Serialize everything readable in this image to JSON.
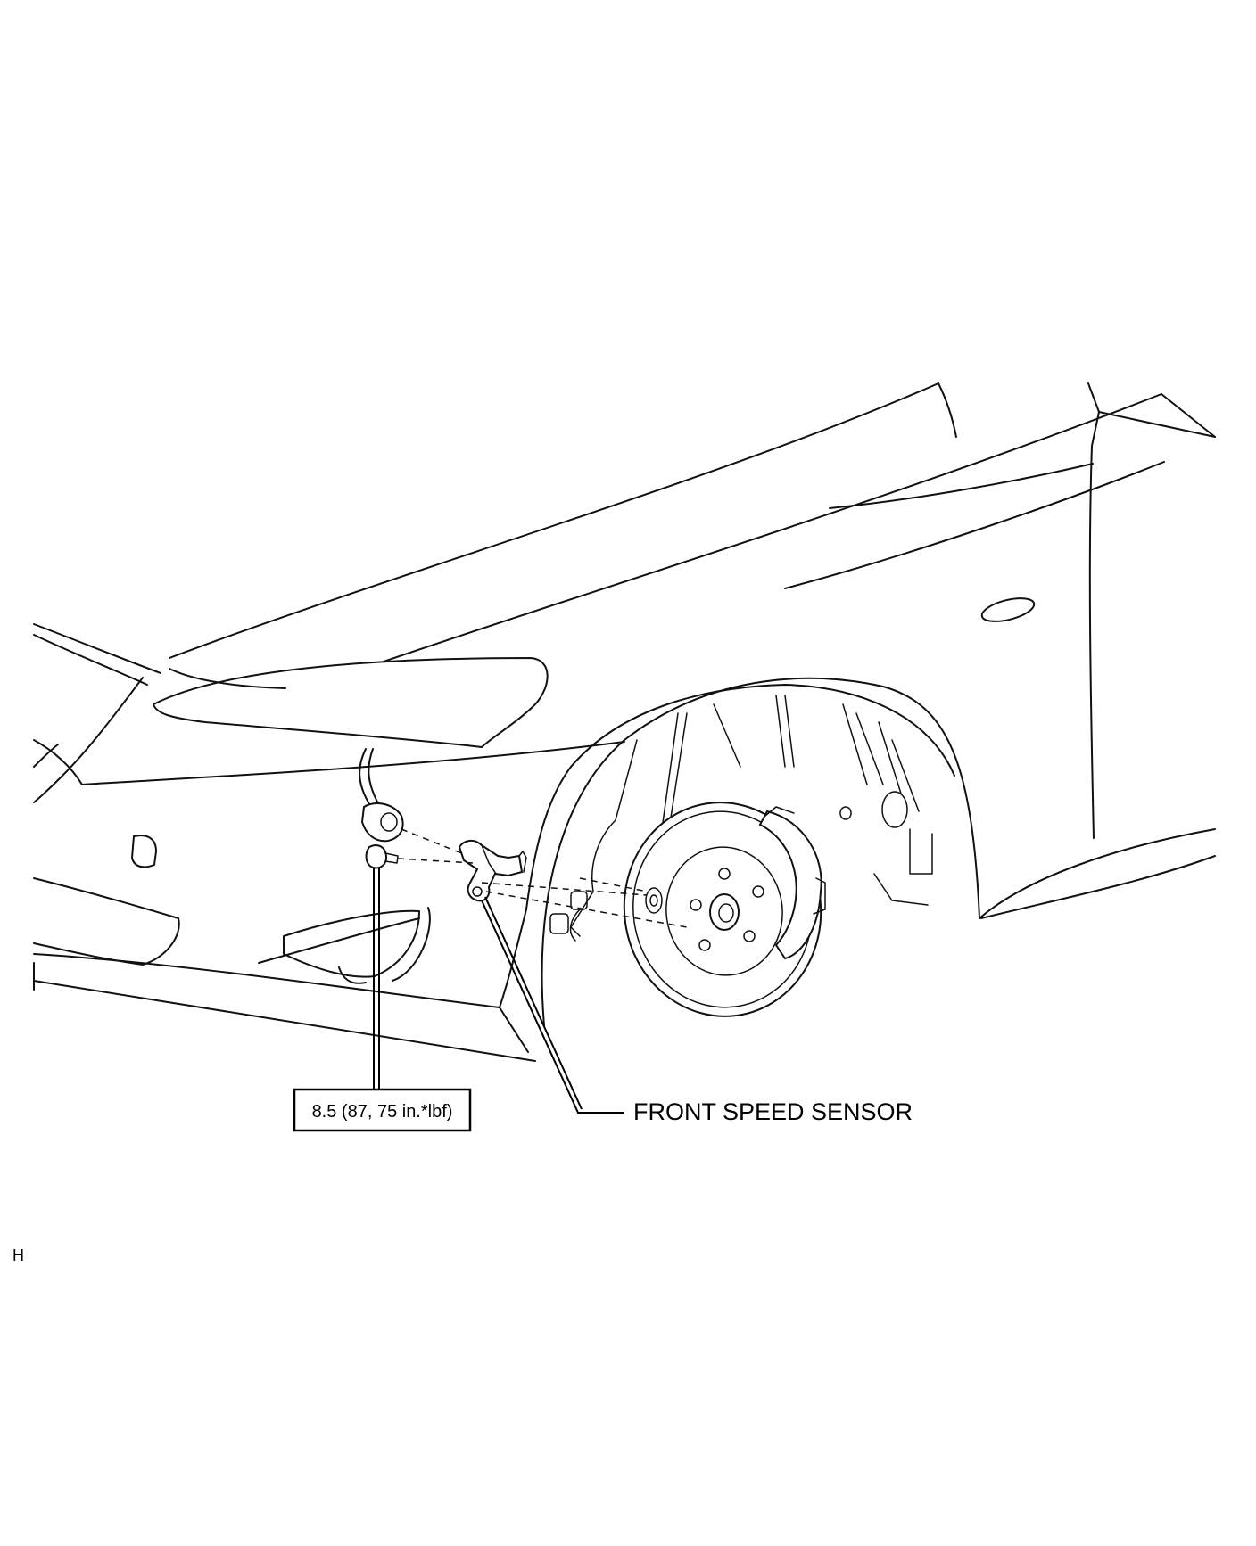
{
  "diagram": {
    "callouts": {
      "torque_spec": "8.5 (87, 75 in.*lbf)",
      "part_name": "FRONT SPEED SENSOR"
    },
    "corner_mark": "H"
  }
}
